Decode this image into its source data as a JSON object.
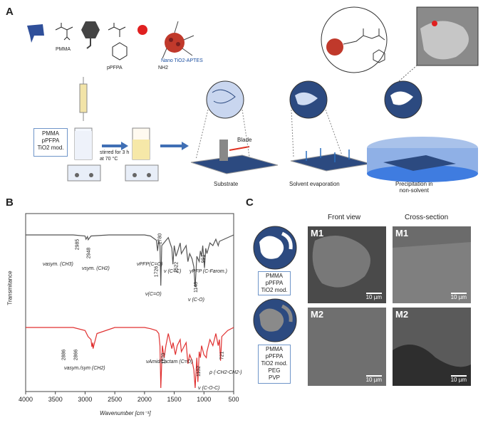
{
  "panelA": {
    "label": "A",
    "chem_labels": {
      "pmma": "PMMA",
      "ppfpa": "pPFPA",
      "nano": "Nano TiO2-APTES",
      "nh2": "NH2"
    },
    "mix_box": [
      "PMMA",
      "pPFPA",
      "TiO2 mod."
    ],
    "stir_text": [
      "stirred for 3 h",
      "at 70 °C"
    ],
    "blade": "Blade",
    "steps": [
      "Substrate",
      "Solvent evaporation",
      "Precipitation in",
      "non-solvent"
    ]
  },
  "panelB": {
    "label": "B",
    "ylabel": "Transmitance",
    "xlabel": "Wavenumber [cm⁻¹]",
    "annotations_top": [
      "2985",
      "2948",
      "1780",
      "1726",
      "1522",
      "1148",
      "991"
    ],
    "annotations_bottom": [
      "2886",
      "2866",
      "1670",
      "1102",
      "721"
    ],
    "mode_labels_top": [
      "νasym. (CH3)",
      "νsym. (CH2)",
      "νPFP(C=O)",
      "ν (C=C)",
      "ν(C=O)",
      "ν (C-O)",
      "γPFP (C-Farom.)"
    ],
    "mode_labels_bottom": [
      "νasym./sym (CH2)",
      "νAmid/Lactam (C=O)",
      "ν (C-O-C)",
      "ρ (-CH2-CH2-)"
    ]
  },
  "chart_data": {
    "type": "line",
    "xlabel": "Wavenumber [cm⁻¹]",
    "ylabel": "Transmitance",
    "xlim": [
      4000,
      500
    ],
    "x_ticks": [
      4000,
      3500,
      3000,
      2500,
      2000,
      1500,
      1000,
      500
    ],
    "series": [
      {
        "color": "#555555",
        "x": [
          4000,
          3200,
          3000,
          2985,
          2960,
          2948,
          2900,
          2600,
          2000,
          1900,
          1800,
          1780,
          1760,
          1740,
          1726,
          1710,
          1600,
          1540,
          1522,
          1500,
          1470,
          1440,
          1400,
          1380,
          1300,
          1270,
          1240,
          1200,
          1170,
          1148,
          1120,
          1080,
          1060,
          1040,
          1020,
          991,
          970,
          950,
          900,
          850,
          800,
          760,
          740,
          700,
          600,
          500
        ],
        "y": [
          0.0,
          0.0,
          -0.02,
          -0.08,
          -0.03,
          -0.09,
          -0.02,
          0,
          0,
          -0.02,
          -0.1,
          -0.3,
          -0.1,
          -0.2,
          -0.95,
          -0.2,
          -0.05,
          -0.25,
          -0.55,
          -0.2,
          -0.4,
          -0.3,
          -0.15,
          -0.35,
          -0.2,
          -0.5,
          -0.35,
          -0.45,
          -0.6,
          -0.98,
          -0.4,
          -0.5,
          -0.3,
          -0.4,
          -0.2,
          -0.62,
          -0.25,
          -0.35,
          -0.15,
          -0.2,
          -0.08,
          -0.2,
          -0.12,
          -0.1,
          -0.05,
          0
        ]
      },
      {
        "color": "#e03030",
        "x": [
          4000,
          3200,
          3000,
          2950,
          2900,
          2886,
          2870,
          2866,
          2800,
          2500,
          2000,
          1900,
          1800,
          1760,
          1740,
          1726,
          1700,
          1670,
          1640,
          1600,
          1540,
          1520,
          1480,
          1450,
          1400,
          1380,
          1300,
          1270,
          1240,
          1200,
          1170,
          1148,
          1120,
          1102,
          1080,
          1060,
          1040,
          1000,
          960,
          950,
          900,
          850,
          800,
          760,
          740,
          721,
          700,
          600,
          500
        ],
        "y": [
          0,
          0,
          -0.05,
          -0.15,
          -0.2,
          -0.32,
          -0.25,
          -0.35,
          -0.1,
          0,
          0,
          -0.02,
          -0.05,
          -0.1,
          -0.3,
          -1.0,
          -0.3,
          -0.5,
          -0.3,
          -0.1,
          -0.35,
          -0.25,
          -0.45,
          -0.3,
          -0.2,
          -0.4,
          -0.25,
          -0.6,
          -0.45,
          -0.55,
          -0.7,
          -1.0,
          -0.5,
          -0.9,
          -0.4,
          -0.5,
          -0.3,
          -0.45,
          -0.5,
          -0.4,
          -0.2,
          -0.3,
          -0.1,
          -0.3,
          -0.2,
          -0.55,
          -0.15,
          -0.05,
          0
        ]
      }
    ]
  },
  "panelC": {
    "label": "C",
    "col_headers": [
      "Front view",
      "Cross-section"
    ],
    "box1": [
      "PMMA",
      "pPFPA",
      "TiO2 mod."
    ],
    "box2": [
      "PMMA",
      "pPFPA",
      "TiO2 mod.",
      "PEG",
      "PVP"
    ],
    "sem": [
      {
        "label": "M1",
        "scale": "10 µm"
      },
      {
        "label": "M1",
        "scale": "10 µm"
      },
      {
        "label": "M2",
        "scale": "10 µm"
      },
      {
        "label": "M2",
        "scale": "10 µm"
      }
    ]
  }
}
